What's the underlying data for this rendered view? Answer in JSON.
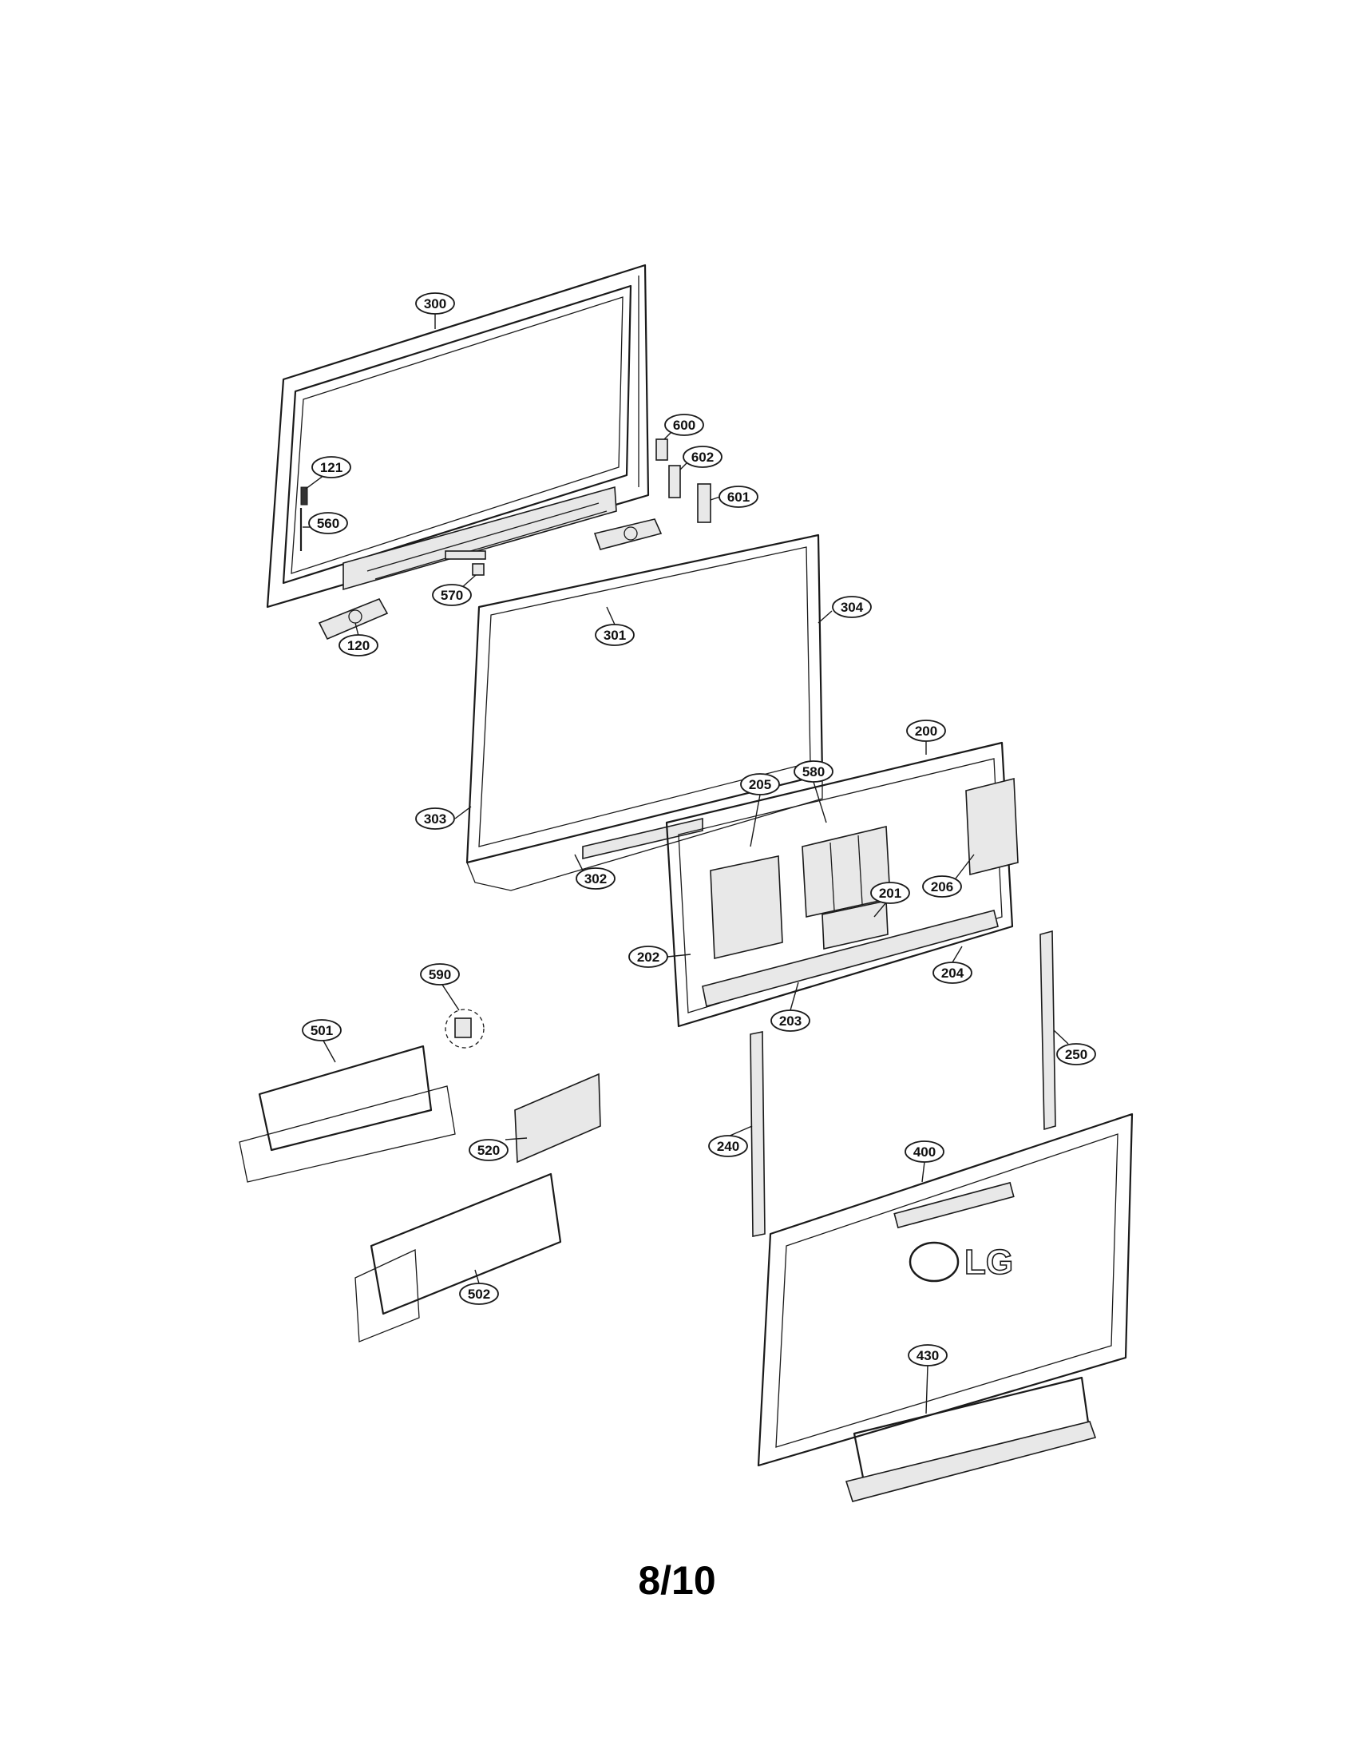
{
  "callouts": {
    "c300": "300",
    "c600": "600",
    "c602": "602",
    "c601": "601",
    "c121": "121",
    "c560": "560",
    "c570": "570",
    "c120": "120",
    "c301": "301",
    "c304": "304",
    "c303": "303",
    "c302": "302",
    "c200": "200",
    "c580": "580",
    "c205": "205",
    "c206": "206",
    "c201": "201",
    "c202": "202",
    "c204": "204",
    "c203": "203",
    "c250": "250",
    "c590": "590",
    "c501": "501",
    "c520": "520",
    "c240": "240",
    "c400": "400",
    "c502": "502",
    "c430": "430"
  },
  "logo": "LG",
  "page_number": "8/10"
}
